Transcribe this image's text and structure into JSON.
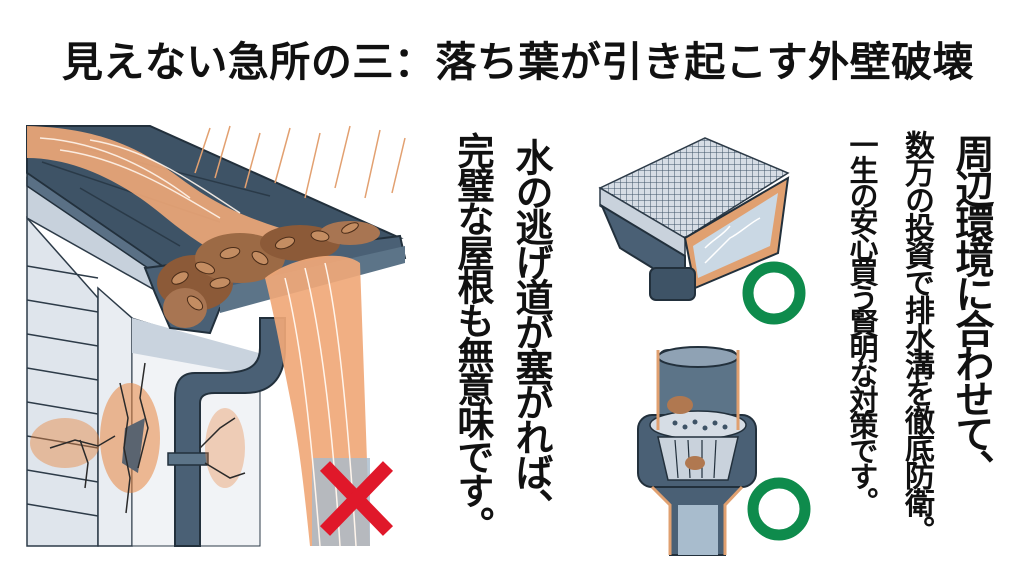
{
  "title": "見えない急所の三：落ち葉が引き起こす外壁破壊",
  "colors": {
    "background": "#ffffff",
    "text": "#111111",
    "roof": "#3e5366",
    "gutter": "#4a6075",
    "wall": "#e6ebf1",
    "water_orange": "#f0a878",
    "leaf_brown": "#9c6a45",
    "crack_orange": "#e8853f",
    "bad_mark_red": "#e0182a",
    "good_mark_green": "#0e8b4c",
    "copper_trim": "#e0a070"
  },
  "left_panel": {
    "illustration": "clogged-gutter-overflow-wall-damage",
    "mark": "cross",
    "mark_meaning": "bad"
  },
  "middle_text": {
    "column_1": "水の逃げ道が塞がれば、",
    "column_2": "完璧な屋根も無意味です。"
  },
  "right_panel": {
    "items": [
      {
        "illustration": "gutter-mesh-guard",
        "mark": "circle",
        "mark_meaning": "good"
      },
      {
        "illustration": "downspout-leaf-strainer-basket",
        "mark": "circle",
        "mark_meaning": "good"
      }
    ]
  },
  "right_text": {
    "column_1": "周辺環境に合わせて、",
    "column_2": "数万の投資で排水溝を徹底防衛。",
    "column_3": "一生の安心買う賢明な対策です。"
  }
}
